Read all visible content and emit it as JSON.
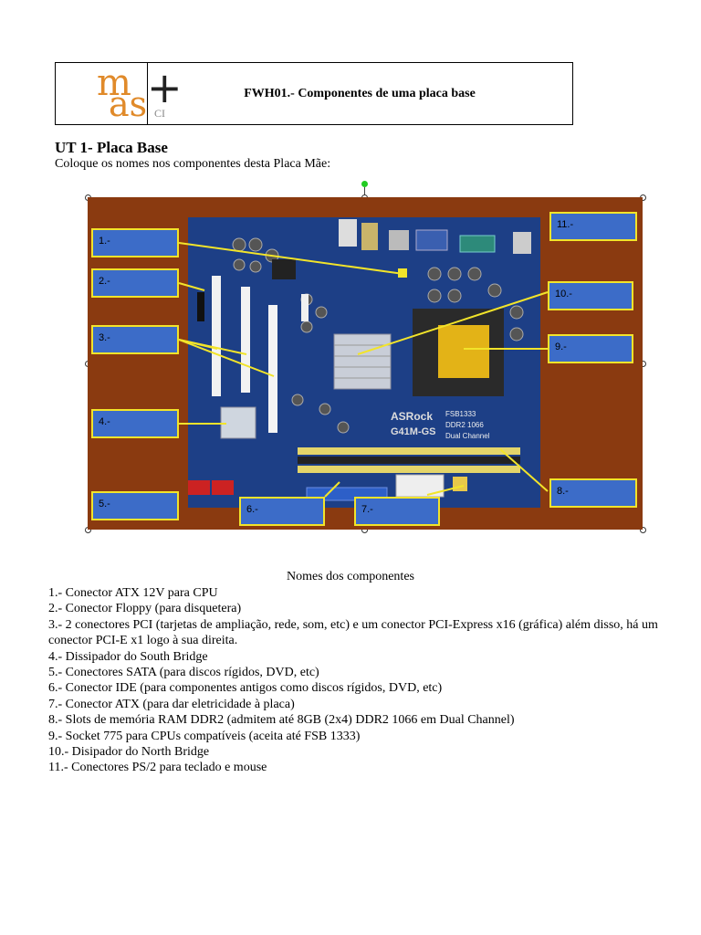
{
  "header": {
    "logo_text_top": "m",
    "logo_text_bottom": "as",
    "logo_cross": "+",
    "logo_suffix": "CI",
    "title": "FWH01.- Componentes de uma placa base"
  },
  "section": {
    "title": "UT 1- Placa Base",
    "instruction": "Coloque os nomes nos componentes desta Placa Mãe:"
  },
  "figure": {
    "labels": [
      "1.-",
      "2.-",
      "3.-",
      "4.-",
      "5.-",
      "6.-",
      "7.-",
      "8.-",
      "9.-",
      "10.-",
      "11.-"
    ],
    "colors": {
      "background": "#8a3a10",
      "label_fill": "#3c6cc8",
      "label_border": "#f2e42a",
      "leader": "#f2e42a"
    },
    "board_text": [
      "ASRock",
      "G41M-GS",
      "FSB1333",
      "DDR2 1066",
      "Dual Channel"
    ]
  },
  "components": {
    "title": "Nomes dos componentes",
    "items": [
      "1.- Conector ATX 12V para CPU",
      "2.- Conector Floppy (para disquetera)",
      "3.- 2 conectores PCI (tarjetas de ampliação, rede, som, etc) e um conector PCI-Express x16 (gráfica) além disso, há um conector PCI-E x1 logo à sua direita.",
      "4.- Dissipador do South Bridge",
      "5.- Conectores SATA (para discos rígidos, DVD, etc)",
      "6.- Conector IDE (para componentes antigos como discos rígidos, DVD, etc)",
      "7.- Conector ATX (para dar eletricidade à placa)",
      "8.- Slots de memória RAM DDR2 (admitem até 8GB (2x4) DDR2 1066 em Dual Channel)",
      "9.- Socket 775 para CPUs compatíveis (aceita até FSB 1333)",
      "10.- Disipador do North Bridge",
      "11.- Conectores PS/2 para teclado e mouse"
    ]
  }
}
